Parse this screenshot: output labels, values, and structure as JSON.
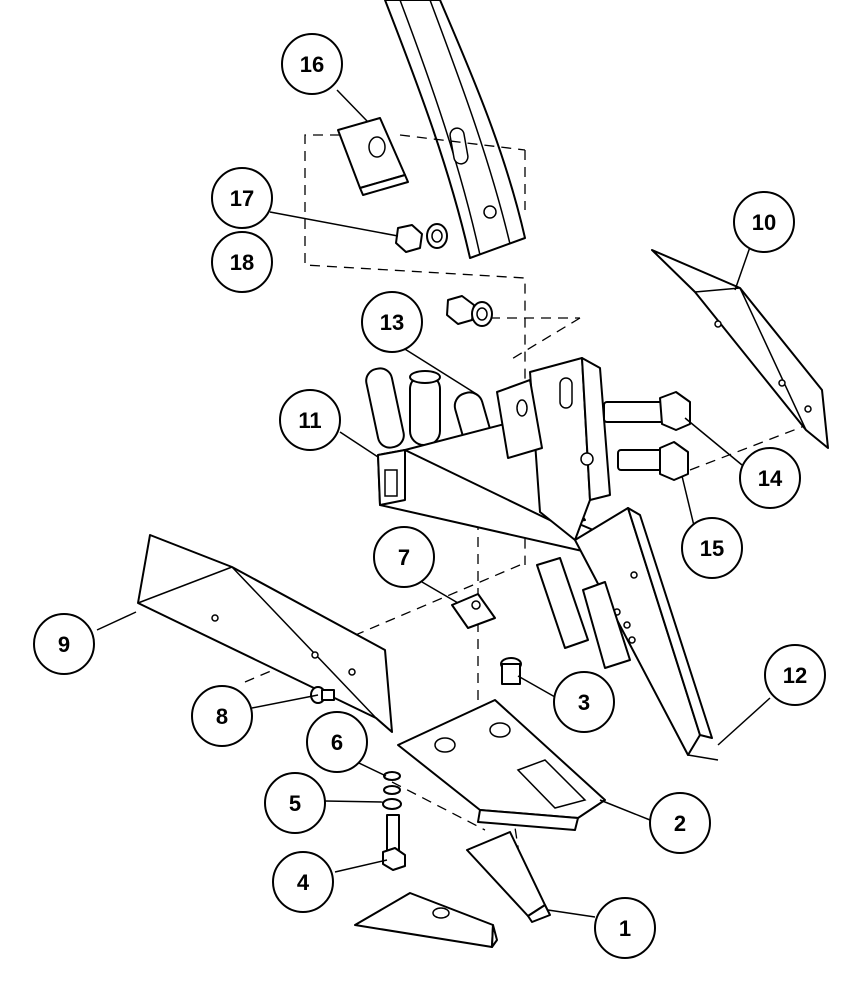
{
  "callouts": [
    {
      "id": "1",
      "label": "1"
    },
    {
      "id": "2",
      "label": "2"
    },
    {
      "id": "3",
      "label": "3"
    },
    {
      "id": "4",
      "label": "4"
    },
    {
      "id": "5",
      "label": "5"
    },
    {
      "id": "6",
      "label": "6"
    },
    {
      "id": "7",
      "label": "7"
    },
    {
      "id": "8",
      "label": "8"
    },
    {
      "id": "9",
      "label": "9"
    },
    {
      "id": "10",
      "label": "10"
    },
    {
      "id": "11",
      "label": "11"
    },
    {
      "id": "12",
      "label": "12"
    },
    {
      "id": "13",
      "label": "13"
    },
    {
      "id": "14",
      "label": "14"
    },
    {
      "id": "15",
      "label": "15"
    },
    {
      "id": "16",
      "label": "16"
    },
    {
      "id": "17",
      "label": "17"
    },
    {
      "id": "18",
      "label": "18"
    }
  ],
  "colors": {
    "line": "#000000",
    "background": "#ffffff"
  }
}
